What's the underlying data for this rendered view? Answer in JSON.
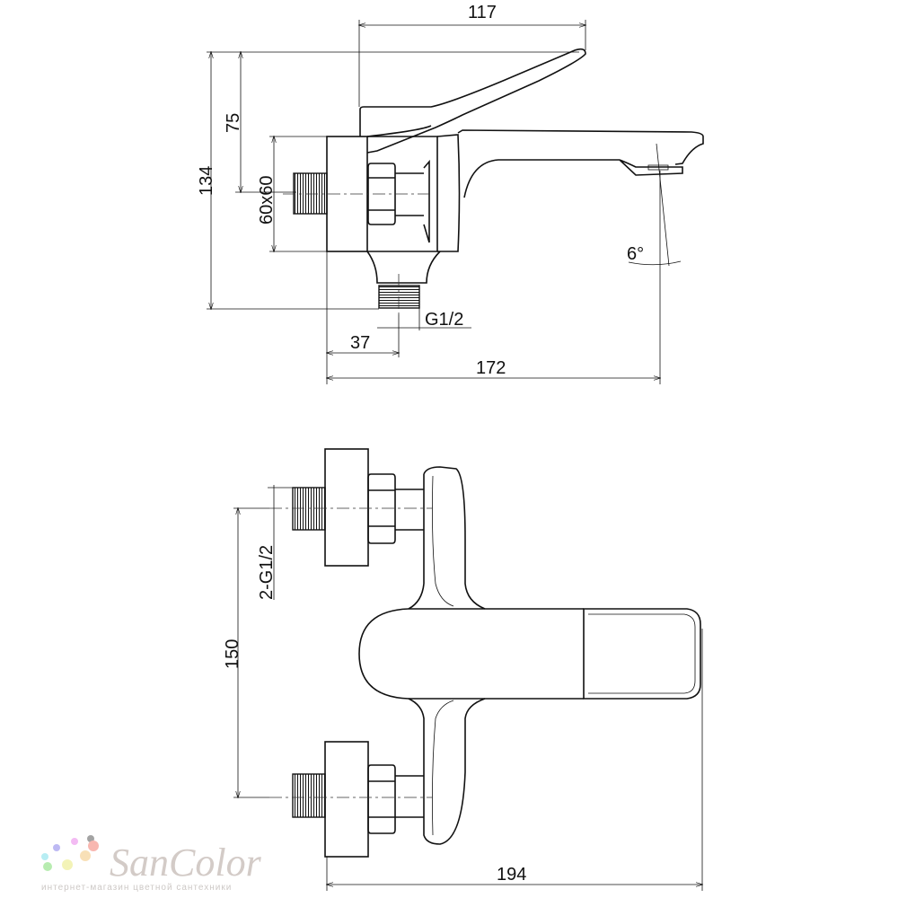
{
  "side_view": {
    "dim_width_lever": "117",
    "dim_height_total": "134",
    "dim_height_lever": "75",
    "dim_flange": "60x60",
    "dim_outlet_thread": "G1/2",
    "dim_outlet_offset": "37",
    "dim_spout_reach": "172",
    "dim_angle": "6°"
  },
  "top_view": {
    "dim_inlet_thread": "2-G1/2",
    "dim_center_distance": "150",
    "dim_total_width": "194"
  },
  "watermark": {
    "brand": "SanColor",
    "tagline": "интернет-магазин цветной сантехники",
    "dot_colors": [
      "#a9a4f0",
      "#f0a8f0",
      "#9a9a9a",
      "#a8e8f0",
      "#f8a8a0",
      "#a8e8a0",
      "#f0f0a0",
      "#f8d8a0"
    ]
  }
}
